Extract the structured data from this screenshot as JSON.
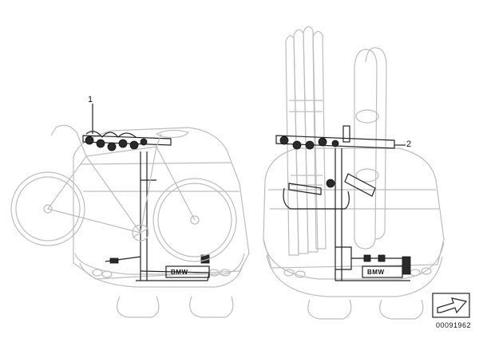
{
  "callouts": {
    "one": "1",
    "two": "2"
  },
  "diagram_id": "00091962",
  "brand_plate": "BMW",
  "icons": {
    "navigation_arrow": "arrow-icon"
  }
}
